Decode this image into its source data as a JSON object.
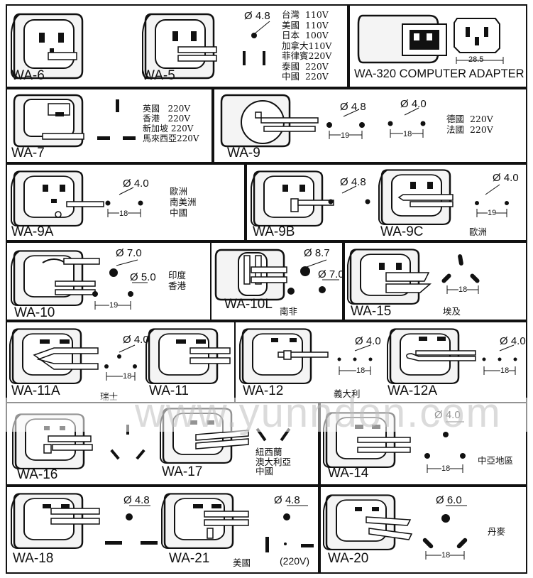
{
  "watermark": "www.yunndon.com",
  "adapters": {
    "wa6": {
      "label": "WA-6"
    },
    "wa5": {
      "label": "WA-5",
      "diameter": "Ø 4.8",
      "countries": "台灣  110V\n美國  110V\n日本  100V\n加拿大110V\n菲律賓220V\n泰國  220V\n中國  220V"
    },
    "wa320": {
      "label": "WA-320 COMPUTER ADAPTER",
      "dimension": "28.5"
    },
    "wa7": {
      "label": "WA-7",
      "countries": "英國   220V\n香港   220V\n新加坡 220V\n馬來西亞220V"
    },
    "wa9": {
      "label": "WA-9",
      "diameter1": "Ø 4.8",
      "spacing1": "19",
      "diameter2": "Ø 4.0",
      "spacing2": "18",
      "countries": "德國  220V\n法國  220V"
    },
    "wa9a": {
      "label": "WA-9A",
      "diameter": "Ø 4.0",
      "spacing": "18",
      "countries": "歐洲\n南美洲\n中國"
    },
    "wa9b": {
      "label": "WA-9B",
      "diameter": "Ø 4.8"
    },
    "wa9c": {
      "label": "WA-9C",
      "diameter": "Ø 4.0",
      "spacing": "19",
      "countries": "歐洲"
    },
    "wa10": {
      "label": "WA-10",
      "diameter1": "Ø 7.0",
      "diameter2": "Ø 5.0",
      "spacing": "19",
      "countries": "印度\n香港"
    },
    "wa10l": {
      "label": "WA-10L",
      "diameter1": "Ø 8.7",
      "diameter2": "Ø 7.0",
      "countries": "南非"
    },
    "wa15": {
      "label": "WA-15",
      "spacing": "18",
      "countries": "埃及"
    },
    "wa11a": {
      "label": "WA-11A",
      "diameter": "Ø 4.0",
      "spacing": "18",
      "countries": "瑞士"
    },
    "wa11": {
      "label": "WA-11"
    },
    "wa12": {
      "label": "WA-12",
      "diameter": "Ø 4.0",
      "spacing": "18",
      "countries": "義大利"
    },
    "wa12a": {
      "label": "WA-12A",
      "diameter": "Ø 4.0",
      "spacing": "18"
    },
    "wa16": {
      "label": "WA-16"
    },
    "wa17": {
      "label": "WA-17",
      "countries": "紐西蘭\n澳大利亞\n中國"
    },
    "wa14": {
      "label": "WA-14",
      "diameter": "Ø 4.0",
      "spacing": "18",
      "countries": "中亞地區"
    },
    "wa18": {
      "label": "WA-18",
      "diameter": "Ø 4.8"
    },
    "wa21": {
      "label": "WA-21",
      "diameter": "Ø 4.8",
      "countries": "美國",
      "voltage": "(220V)"
    },
    "wa20": {
      "label": "WA-20",
      "diameter": "Ø 6.0",
      "spacing": "18",
      "countries": "丹麥"
    }
  }
}
